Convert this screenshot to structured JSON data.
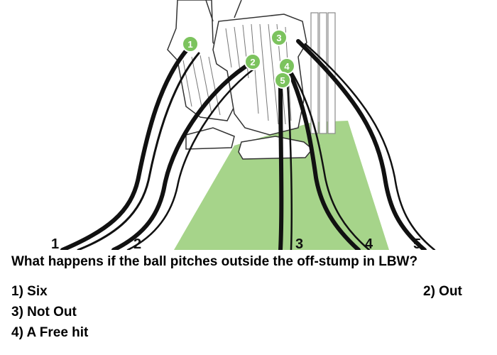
{
  "diagram": {
    "lane_labels": [
      "1",
      "2",
      "3",
      "4",
      "5"
    ],
    "impact_markers": [
      "1",
      "2",
      "3",
      "4",
      "5"
    ],
    "colors": {
      "pitch_green": "#a6d48a",
      "marker_green": "#7cc35e",
      "line": "#111111"
    }
  },
  "quiz": {
    "question": "What happens if the ball pitches outside the off-stump in LBW?",
    "options": [
      "1) Six",
      "2) Out",
      "3) Not Out",
      "4) A Free hit"
    ]
  }
}
